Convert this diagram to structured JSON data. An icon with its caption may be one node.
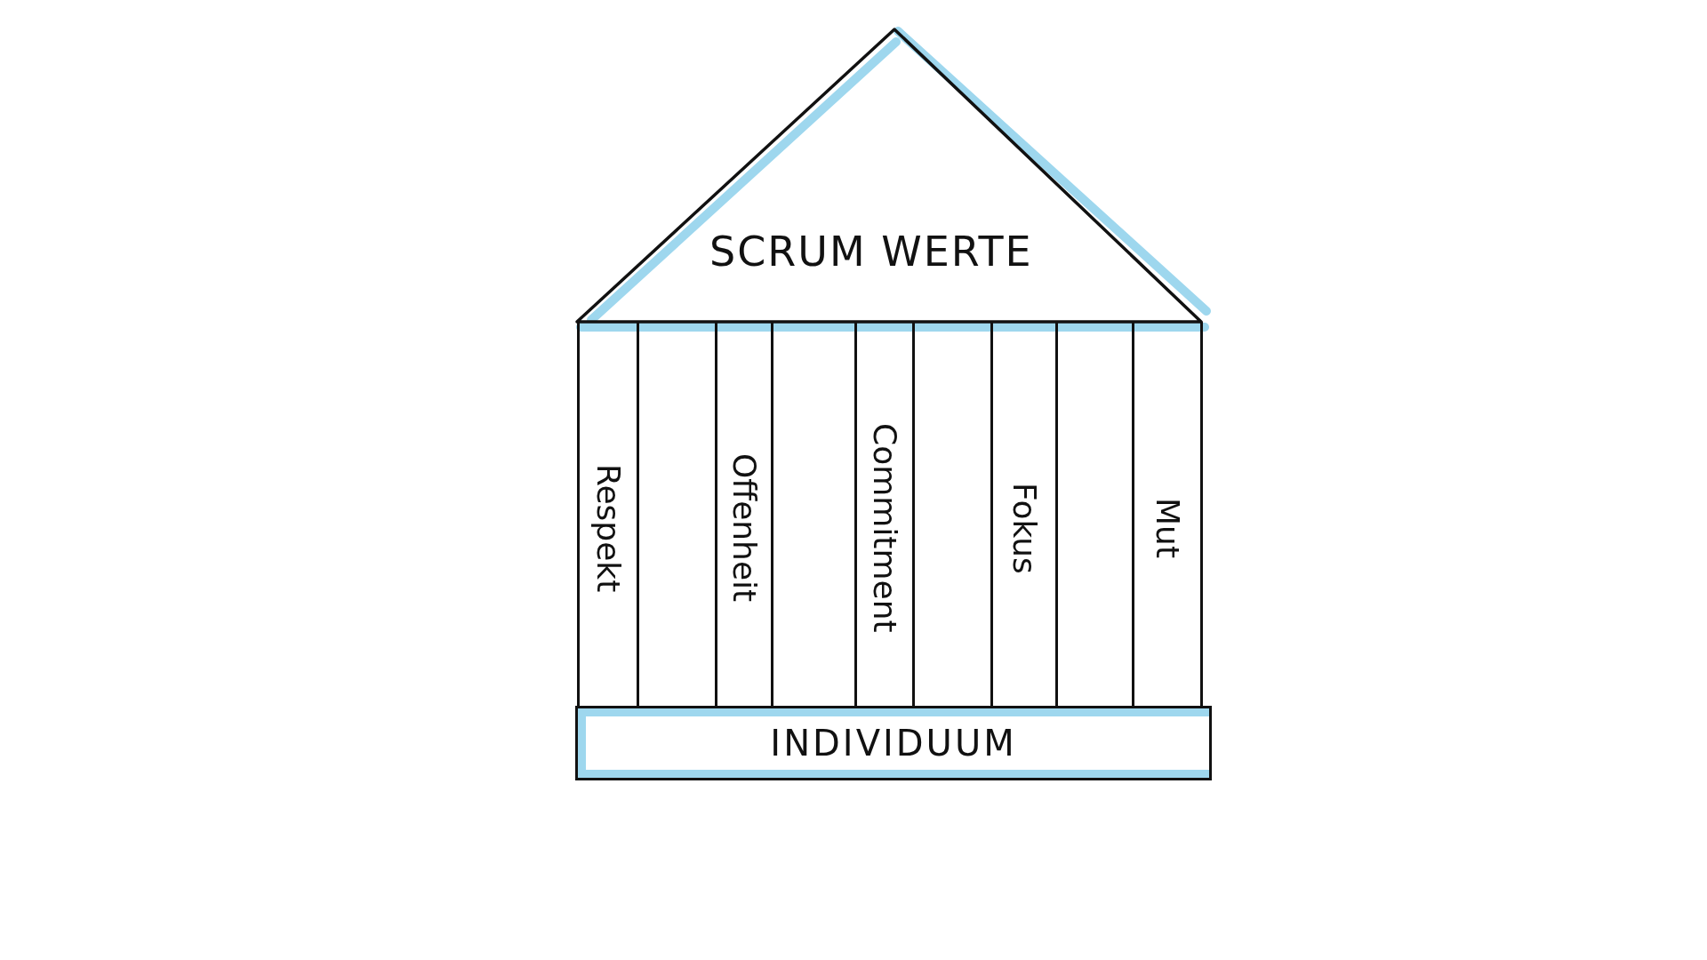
{
  "diagram": {
    "nodes": [
      {
        "text": [
          "SCRUM WERTE"
        ]
      },
      {
        "text": [
          "Respekt"
        ]
      },
      {
        "text": [
          "Offenheit"
        ]
      },
      {
        "text": [
          "Commitment"
        ]
      },
      {
        "text": [
          "Fokus"
        ]
      },
      {
        "text": [
          "Mut"
        ]
      },
      {
        "text": [
          "INDIVIDUUM"
        ]
      }
    ]
  }
}
